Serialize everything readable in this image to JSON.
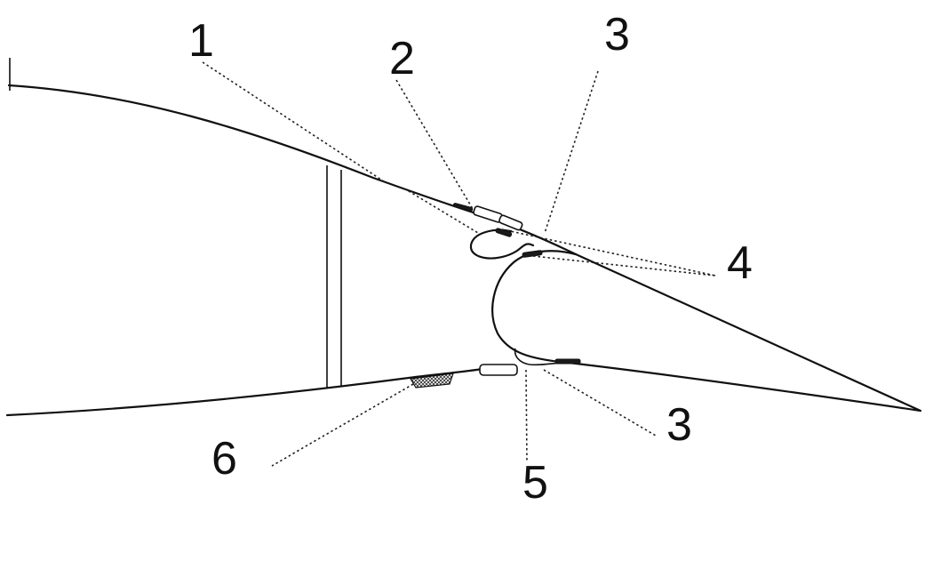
{
  "diagram": {
    "callouts": [
      "1",
      "2",
      "3",
      "4",
      "3",
      "5",
      "6"
    ]
  }
}
